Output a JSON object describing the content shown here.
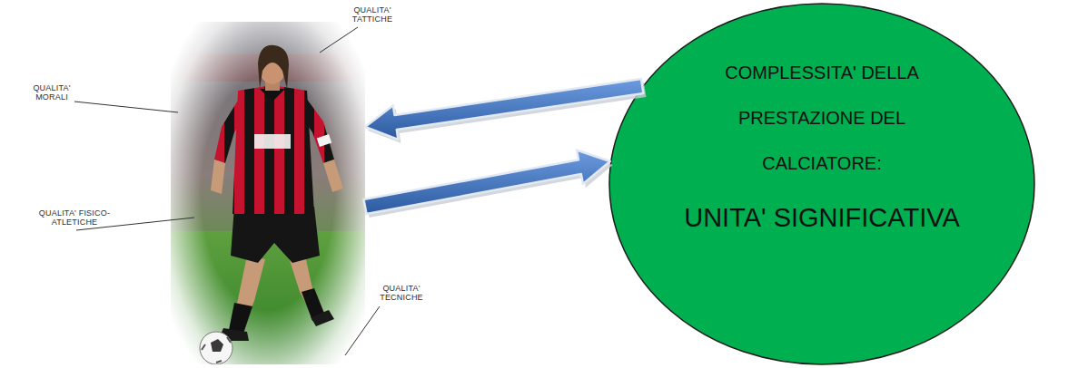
{
  "diagram": {
    "nodes": [
      {
        "text": [
          "QUALITA' TATTICHE",
          "QUALITA' MORALI",
          "QUALITA' FISICO-ATLETICHE",
          "QUALITA' TECNICHE"
        ]
      },
      {
        "text": [
          "COMPLESSITA' DELLA PRESTAZIONE DEL CALCIATORE:",
          "UNITA' SIGNIFICATIVA"
        ]
      }
    ],
    "edges": [
      {
        "from": 1,
        "to": 0,
        "arrow": "to"
      },
      {
        "from": 0,
        "to": 1,
        "arrow": "to"
      }
    ]
  }
}
